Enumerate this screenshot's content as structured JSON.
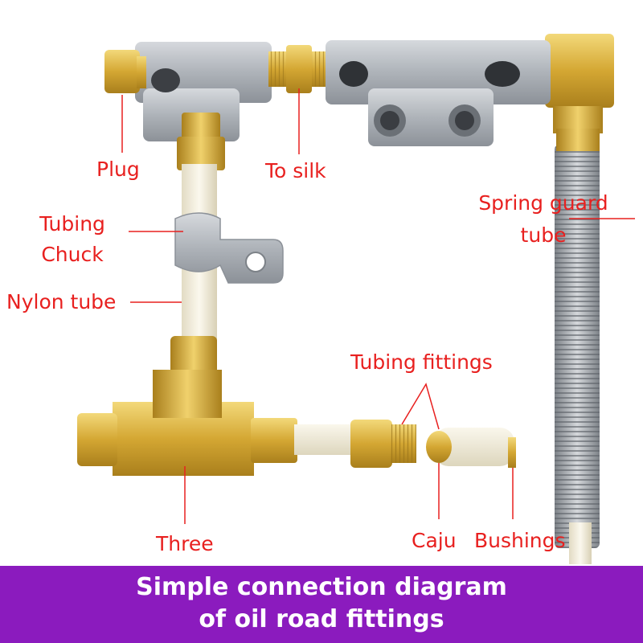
{
  "labels": {
    "plug": "Plug",
    "to_silk": "To silk",
    "spring_guard_1": "Spring guard",
    "spring_guard_2": "tube",
    "tubing_chuck_1": "Tubing",
    "tubing_chuck_2": "Chuck",
    "nylon_tube": "Nylon tube",
    "tubing_fittings": "Tubing fittings",
    "three": "Three",
    "caju": "Caju",
    "bushings": "Bushings"
  },
  "banner": {
    "line1": "Simple connection diagram",
    "line2": "of oil road fittings"
  },
  "colors": {
    "label_red": "#e8201f",
    "banner_purple": "#8b1bbe",
    "brass": "#d9b13a",
    "zinc": "#b8bcc2",
    "nylon": "#f1ecd8",
    "spring": "#9fa4aa"
  }
}
